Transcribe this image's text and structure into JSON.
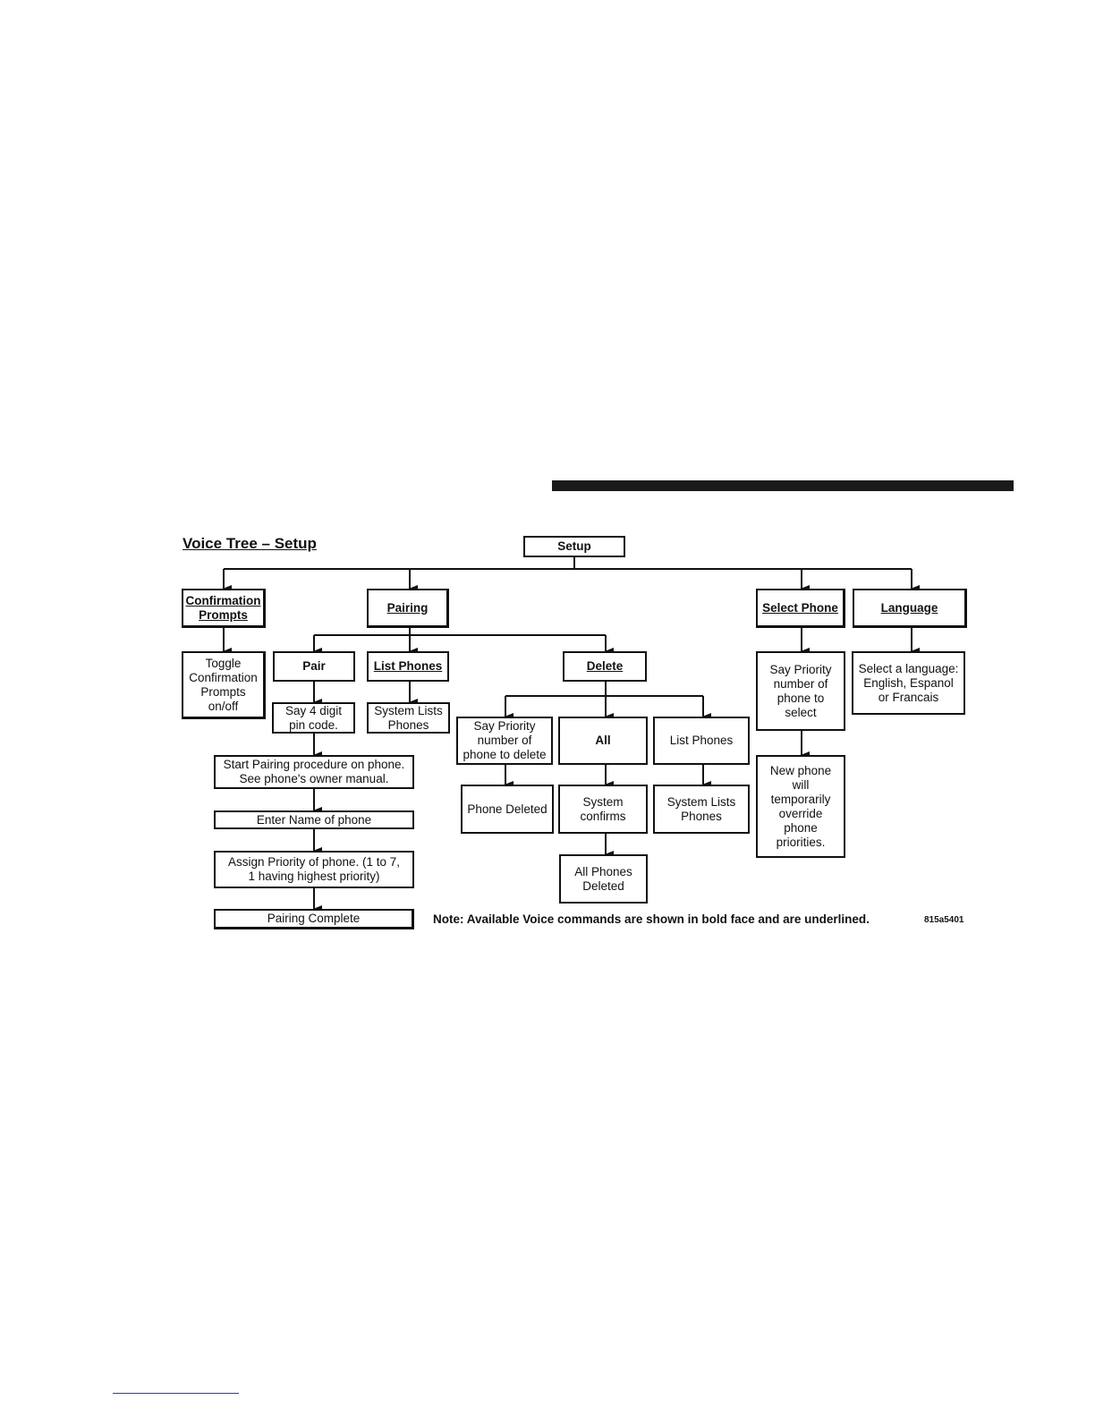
{
  "title": "Voice Tree – Setup",
  "note": "Note: Available Voice commands are shown in bold face and are underlined.",
  "figure_id": "815a5401",
  "nodes": {
    "setup": "Setup",
    "confirmation_prompts": "Confirmation\nPrompts",
    "toggle": "Toggle\nConfirmation\nPrompts\non/off",
    "pairing": "Pairing",
    "pair": "Pair",
    "say_pin": "Say 4 digit\npin code.",
    "start_pairing": "Start Pairing procedure on phone.\nSee phone's owner manual.",
    "enter_name": "Enter Name of phone",
    "assign_priority": "Assign Priority of phone. (1 to 7,\n1 having highest priority)",
    "pairing_complete": "Pairing Complete",
    "list_phones_cmd": "List Phones",
    "system_lists_1": "System Lists\nPhones",
    "delete": "Delete",
    "say_priority_delete": "Say Priority\nnumber of\nphone to delete",
    "phone_deleted": "Phone Deleted",
    "all": "All",
    "system_confirms": "System\nconfirms",
    "all_phones_deleted": "All Phones\nDeleted",
    "list_phones_2": "List Phones",
    "system_lists_2": "System Lists\nPhones",
    "select_phone": "Select Phone",
    "say_priority_select": "Say Priority\nnumber of\nphone to\nselect",
    "new_phone": "New phone\nwill\ntemporarily\noverride\nphone\npriorities.",
    "language": "Language",
    "select_language": "Select a language:\nEnglish, Espanol\nor Francais"
  }
}
